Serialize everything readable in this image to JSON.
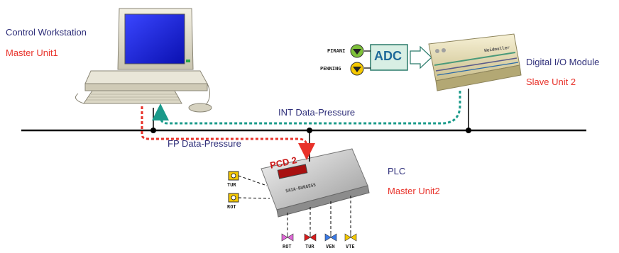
{
  "nodes": {
    "workstation": {
      "name": "Control Workstation",
      "role": "Master Unit1"
    },
    "plc": {
      "name": "PLC",
      "role": "Master Unit2",
      "device_label": "PCD 2",
      "device_brand": "SAIA-BURGESS"
    },
    "io_module": {
      "name": "Digital I/O Module",
      "role": "Slave Unit 2",
      "device_brand": "Weidmuller"
    },
    "adc": {
      "label": "ADC"
    }
  },
  "links": {
    "int_data": "INT Data-Pressure",
    "fp_data": "FP Data-Pressure"
  },
  "gauges": {
    "pirani": "PIRANI",
    "penning": "PENNING"
  },
  "plc_sensors": {
    "tur": "TUR",
    "rot": "ROT"
  },
  "valves": [
    "ROT",
    "TUR",
    "VEN",
    "VTE"
  ],
  "colors": {
    "label_blue": "#2f2f7a",
    "label_red": "#e8322a",
    "teal_arrow": "#1a9a8a",
    "red_arrow": "#e8322a",
    "bus": "#000000"
  }
}
